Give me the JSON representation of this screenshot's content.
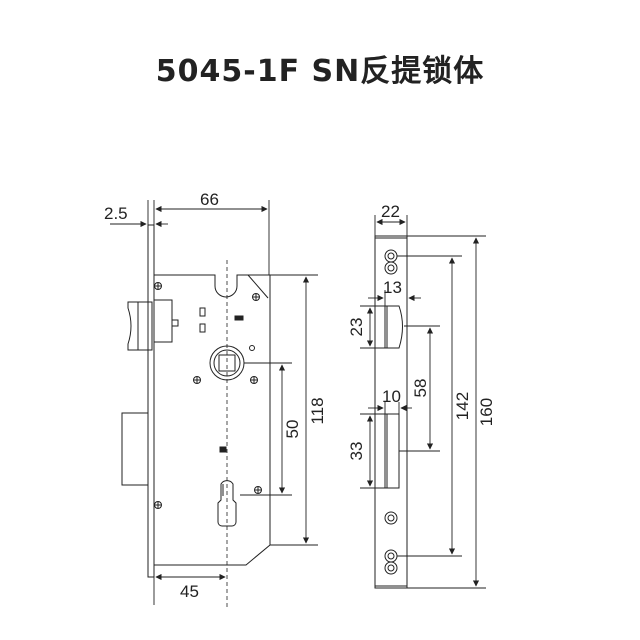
{
  "title": "5045-1F SN反提锁体",
  "dimensions": {
    "front_thickness": "2.5",
    "backset_width": "66",
    "handle_to_cylinder": "50",
    "case_height": "118",
    "cylinder_backset": "45",
    "faceplate_width": "22",
    "latch_projection": "13",
    "latch_height": "23",
    "latch_to_bolt": "58",
    "screw_spacing": "142",
    "faceplate_length": "160",
    "deadbolt_projection": "10",
    "deadbolt_height": "33"
  },
  "colors": {
    "line": "#222222",
    "text": "#222222"
  }
}
